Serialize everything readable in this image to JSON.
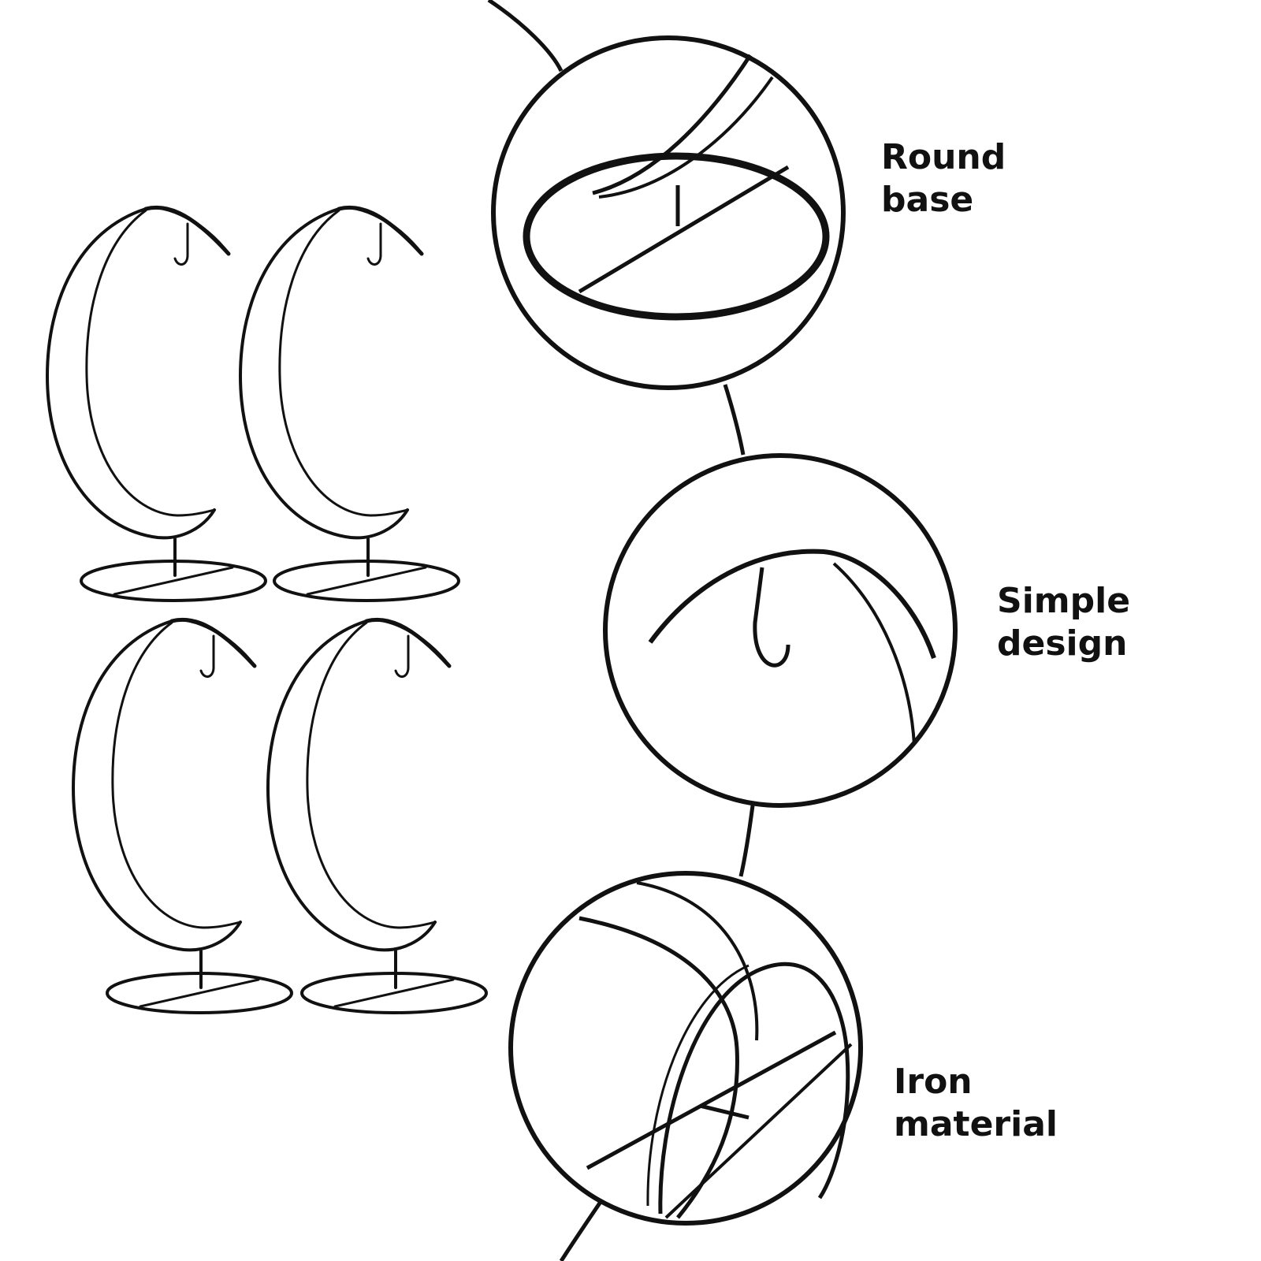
{
  "features": [
    {
      "label": "Round\nbase"
    },
    {
      "label": "Simple\ndesign"
    },
    {
      "label": "Iron\nmaterial"
    }
  ],
  "colors": {
    "line": "#111111",
    "background": "#ffffff",
    "text": "#111111"
  }
}
